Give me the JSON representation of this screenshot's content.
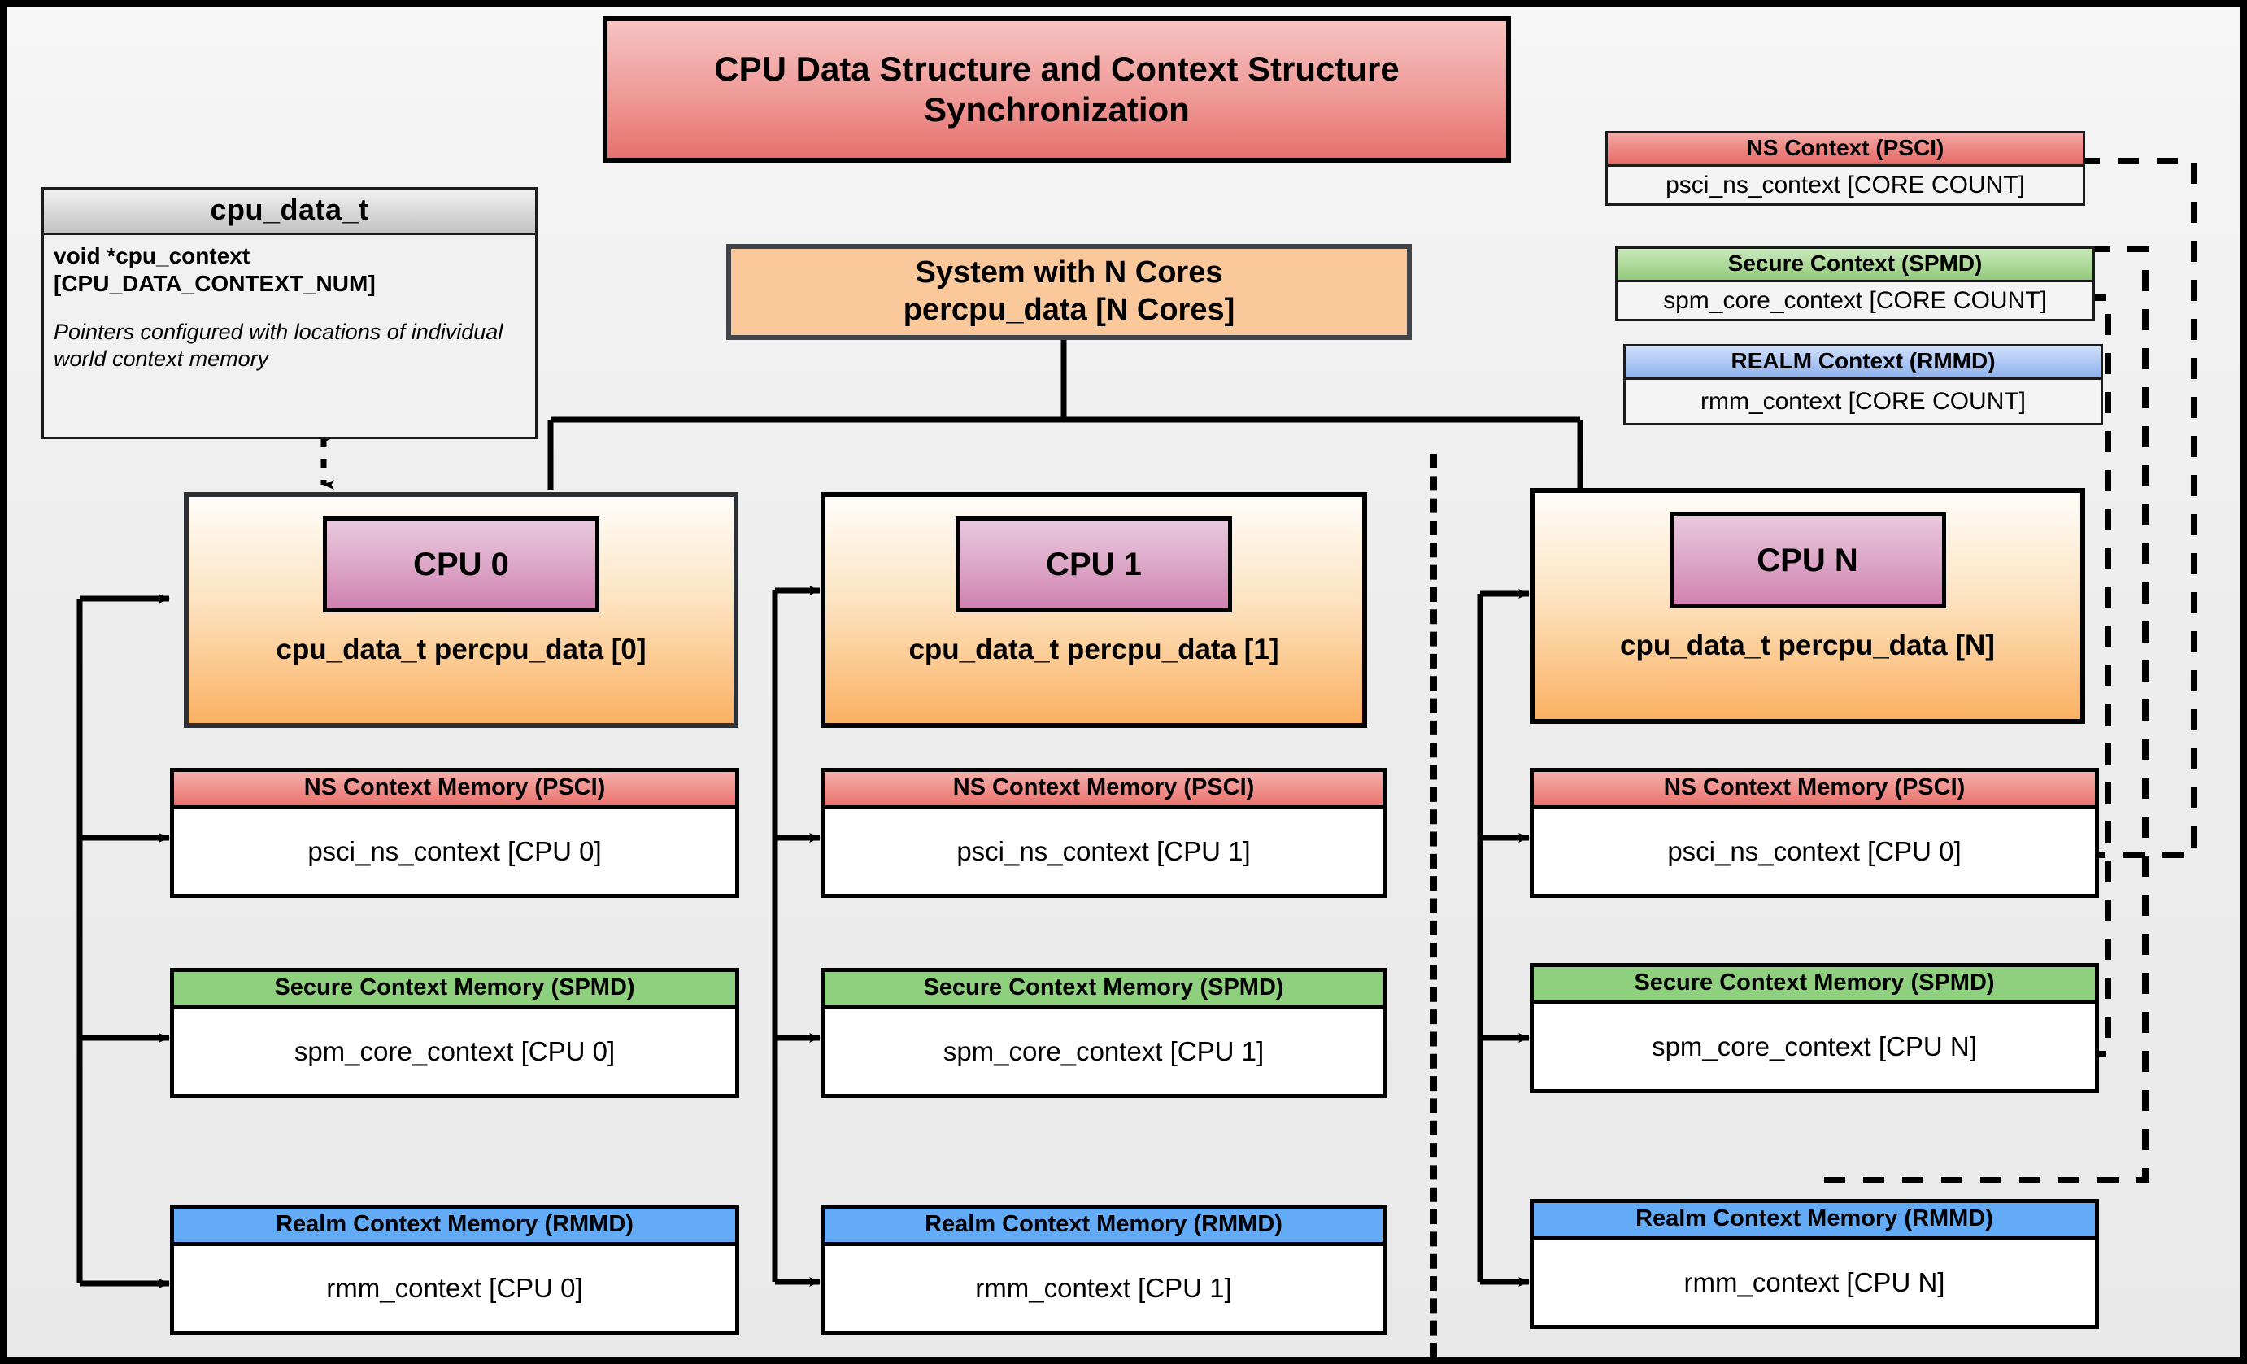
{
  "title": "CPU Data Structure and Context Structure Synchronization",
  "struct": {
    "name": "cpu_data_t",
    "field_line1": "void  *cpu_context",
    "field_line2": "[CPU_DATA_CONTEXT_NUM]",
    "note": "Pointers configured with locations of individual world context memory"
  },
  "system": {
    "line1": "System with N Cores",
    "line2": "percpu_data [N Cores]"
  },
  "legend": [
    {
      "header": "NS Context  (PSCI)",
      "body": "psci_ns_context [CORE COUNT]",
      "color": "#ea7470",
      "kind": "ns"
    },
    {
      "header": "Secure Context (SPMD)",
      "body": "spm_core_context [CORE COUNT]",
      "color": "#93ca7c",
      "kind": "sec"
    },
    {
      "header": "REALM Context (RMMD)",
      "body": "rmm_context [CORE COUNT]",
      "color": "#8fb2ed",
      "kind": "realm"
    }
  ],
  "cpus": [
    {
      "badge": "CPU 0",
      "caption": "cpu_data_t percpu_data [0]",
      "contexts": [
        {
          "header": "NS Context Memory (PSCI)",
          "body": "psci_ns_context [CPU 0]",
          "kind": "ns"
        },
        {
          "header": "Secure Context Memory (SPMD)",
          "body": "spm_core_context [CPU 0]",
          "kind": "sec"
        },
        {
          "header": "Realm Context Memory (RMMD)",
          "body": "rmm_context [CPU 0]",
          "kind": "realm"
        }
      ]
    },
    {
      "badge": "CPU 1",
      "caption": "cpu_data_t percpu_data [1]",
      "contexts": [
        {
          "header": "NS Context Memory (PSCI)",
          "body": "psci_ns_context [CPU 1]",
          "kind": "ns"
        },
        {
          "header": "Secure Context Memory (SPMD)",
          "body": "spm_core_context [CPU 1]",
          "kind": "sec"
        },
        {
          "header": "Realm Context Memory (RMMD)",
          "body": "rmm_context [CPU 1]",
          "kind": "realm"
        }
      ]
    },
    {
      "badge": "CPU N",
      "caption": "cpu_data_t percpu_data [N]",
      "contexts": [
        {
          "header": "NS Context Memory (PSCI)",
          "body": "psci_ns_context [CPU 0]",
          "kind": "ns"
        },
        {
          "header": "Secure Context Memory (SPMD)",
          "body": "spm_core_context [CPU N]",
          "kind": "sec"
        },
        {
          "header": "Realm Context Memory (RMMD)",
          "body": "rmm_context [CPU N]",
          "kind": "realm"
        }
      ]
    }
  ],
  "colors": {
    "ns": "#ea7470",
    "secure": "#8fd07e",
    "realm": "#63abf7",
    "cpu_fill_top": "#fffdfa",
    "cpu_fill_bottom": "#fbb163",
    "badge": "#d081b0",
    "system_fill": "#fac89a",
    "canvas": "#eeeeee",
    "frame": "#000000"
  }
}
